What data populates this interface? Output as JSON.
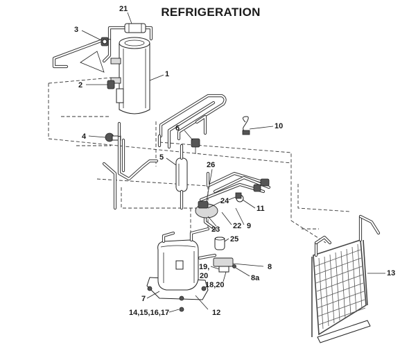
{
  "title": "REFRIGERATION",
  "callouts": {
    "c21": "21",
    "c3": "3",
    "c1": "1",
    "c2": "2",
    "c6": "6",
    "c10": "10",
    "c4": "4",
    "c5": "5",
    "c26": "26",
    "c24": "24",
    "c11": "11",
    "c22": "22",
    "c9": "9",
    "c23": "23",
    "c25": "25",
    "c8": "8",
    "c19_20": "19,",
    "c20": "20",
    "c8a": "8a",
    "c18_20": "18,20",
    "c13": "13",
    "c7": "7",
    "c12": "12",
    "c14_17": "14,15,16,17"
  }
}
